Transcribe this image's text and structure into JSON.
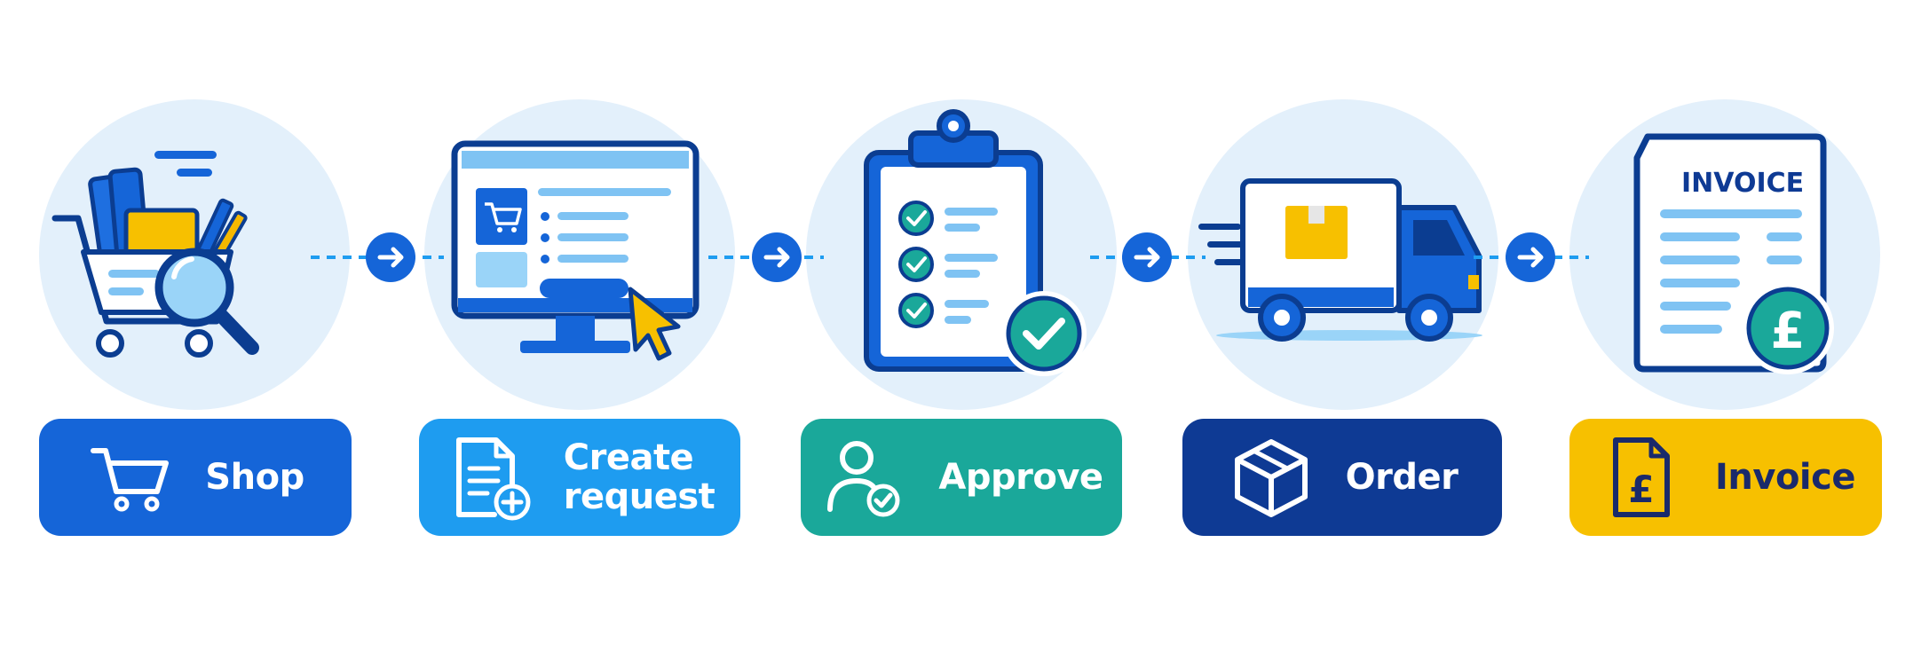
{
  "colors": {
    "primary_blue": "#1565d8",
    "light_blue": "#1e9cf0",
    "teal": "#1aa89a",
    "navy": "#0e3a94",
    "yellow": "#f7c000",
    "circle_bg": "#e3f0fb",
    "accent_yellow": "#f5b800"
  },
  "steps": [
    {
      "id": "shop",
      "label": "Shop",
      "icon": "shopping-cart-icon",
      "color": "#1565d8",
      "illustration": "cart-with-magnifier"
    },
    {
      "id": "create-request",
      "label": "Create\nrequest",
      "icon": "document-add-icon",
      "color": "#1e9cf0",
      "illustration": "monitor-with-cursor"
    },
    {
      "id": "approve",
      "label": "Approve",
      "icon": "user-check-icon",
      "color": "#1aa89a",
      "illustration": "clipboard-checklist"
    },
    {
      "id": "order",
      "label": "Order",
      "icon": "box-icon",
      "color": "#0e3a94",
      "illustration": "delivery-truck"
    },
    {
      "id": "invoice",
      "label": "Invoice",
      "icon": "pound-document-icon",
      "color": "#f7c000",
      "illustration": "invoice-with-pound"
    }
  ],
  "invoice_heading": "INVOICE",
  "currency_symbol": "£"
}
